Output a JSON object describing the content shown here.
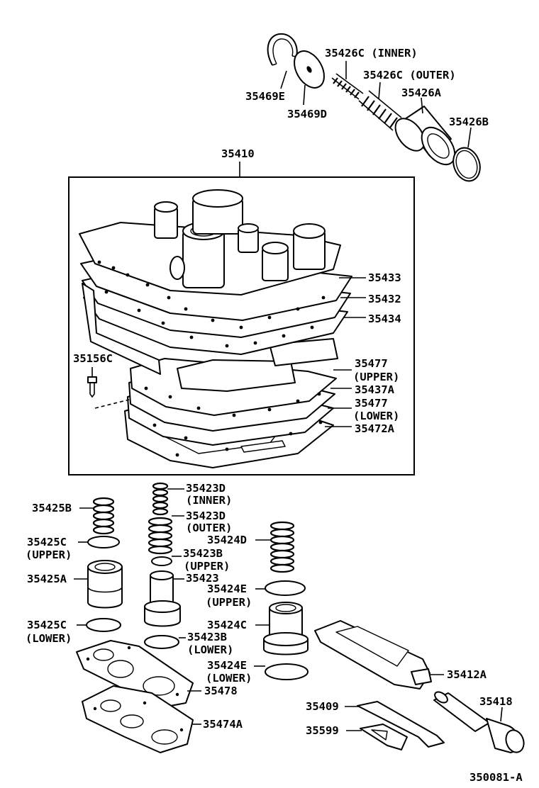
{
  "diagram": {
    "code": "350081-A",
    "labels": {
      "p35426c_inner": "35426C (INNER)",
      "p35426c_outer": "35426C (OUTER)",
      "p35426a": "35426A",
      "p35426b": "35426B",
      "p35469e": "35469E",
      "p35469d": "35469D",
      "p35410": "35410",
      "p35433": "35433",
      "p35432": "35432",
      "p35434": "35434",
      "p35156c": "35156C",
      "p35477_upper_num": "35477",
      "p35477_upper_sub": "(UPPER)",
      "p35437a": "35437A",
      "p35477_lower_num": "35477",
      "p35477_lower_sub": "(LOWER)",
      "p35472a": "35472A",
      "p35425b": "35425B",
      "p35425c_upper_num": "35425C",
      "p35425c_upper_sub": "(UPPER)",
      "p35425a": "35425A",
      "p35425c_lower_num": "35425C",
      "p35425c_lower_sub": "(LOWER)",
      "p35423d_inner_num": "35423D",
      "p35423d_inner_sub": "(INNER)",
      "p35423d_outer_num": "35423D",
      "p35423d_outer_sub": "(OUTER)",
      "p35423b_upper_num": "35423B",
      "p35423b_upper_sub": "(UPPER)",
      "p35423": "35423",
      "p35423b_lower_num": "35423B",
      "p35423b_lower_sub": "(LOWER)",
      "p35424d": "35424D",
      "p35424e_upper_num": "35424E",
      "p35424e_upper_sub": "(UPPER)",
      "p35424c": "35424C",
      "p35424e_lower_num": "35424E",
      "p35424e_lower_sub": "(LOWER)",
      "p35478": "35478",
      "p35474a": "35474A",
      "p35412a": "35412A",
      "p35418": "35418",
      "p35409": "35409",
      "p35599": "35599"
    }
  }
}
